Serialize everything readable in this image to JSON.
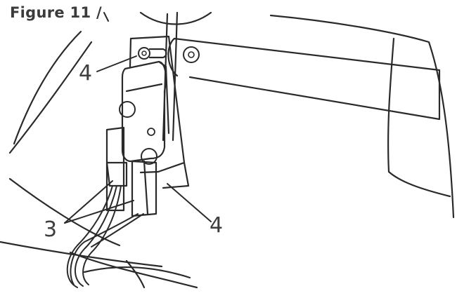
{
  "figure": {
    "title": "Figure 11 /"
  },
  "callouts": [
    {
      "id": "4a",
      "text": "4"
    },
    {
      "id": "4b",
      "text": "4"
    },
    {
      "id": "3",
      "text": "3"
    }
  ],
  "colors": {
    "line": "#2a2a2a",
    "label": "#3f3f3f",
    "background": "#ffffff"
  }
}
